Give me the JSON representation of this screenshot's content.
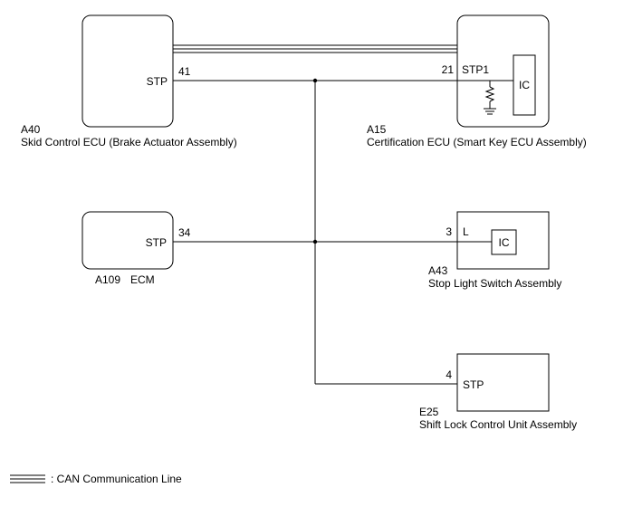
{
  "components": {
    "a40": {
      "code": "A40",
      "name": "Skid Control ECU (Brake Actuator Assembly)",
      "pin_number": "41",
      "pin_label": "STP"
    },
    "a15": {
      "code": "A15",
      "name": "Certification ECU (Smart Key ECU Assembly)",
      "pin_number": "21",
      "pin_label": "STP1",
      "ic_label": "IC"
    },
    "a109": {
      "code": "A109",
      "name": "ECM",
      "pin_number": "34",
      "pin_label": "STP"
    },
    "a43": {
      "code": "A43",
      "name": "Stop Light Switch Assembly",
      "pin_number": "3",
      "pin_label": "L",
      "ic_label": "IC"
    },
    "e25": {
      "code": "E25",
      "name": "Shift Lock Control Unit Assembly",
      "pin_number": "4",
      "pin_label": "STP"
    }
  },
  "legend": {
    "text": ": CAN Communication Line"
  }
}
